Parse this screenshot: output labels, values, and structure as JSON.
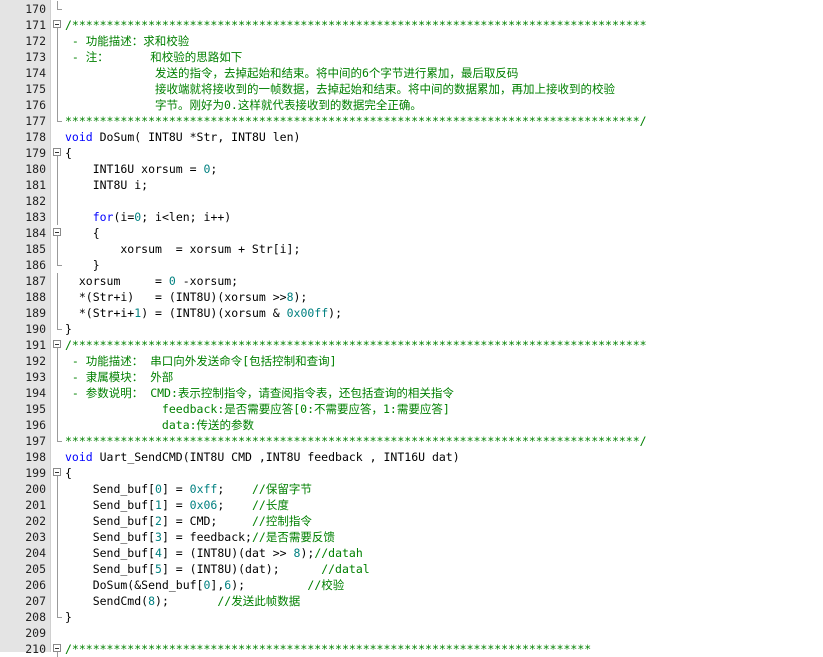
{
  "editor": {
    "colors": {
      "background": "#ffffff",
      "gutter": "#e4e4e4",
      "comment": "#008000",
      "keyword": "#0000ff",
      "number": "#008080",
      "text": "#000000"
    },
    "lines": [
      {
        "n": "170",
        "fold": "end",
        "tokens": []
      },
      {
        "n": "171",
        "fold": "open",
        "tokens": [
          {
            "t": "/***********************************************************************************",
            "c": "com"
          }
        ]
      },
      {
        "n": "172",
        "fold": "line",
        "tokens": [
          {
            "t": " - 功能描述：求和校验",
            "c": "com"
          }
        ]
      },
      {
        "n": "173",
        "fold": "line",
        "tokens": [
          {
            "t": " - 注：      和校验的思路如下",
            "c": "com"
          }
        ]
      },
      {
        "n": "174",
        "fold": "line",
        "tokens": [
          {
            "t": "             发送的指令，去掉起始和结束。将中间的6个字节进行累加，最后取反码",
            "c": "com"
          }
        ]
      },
      {
        "n": "175",
        "fold": "line",
        "tokens": [
          {
            "t": "             接收端就将接收到的一帧数据，去掉起始和结束。将中间的数据累加，再加上接收到的校验",
            "c": "com"
          }
        ]
      },
      {
        "n": "176",
        "fold": "line",
        "tokens": [
          {
            "t": "             字节。刚好为0.这样就代表接收到的数据完全正确。",
            "c": "com"
          }
        ]
      },
      {
        "n": "177",
        "fold": "end",
        "tokens": [
          {
            "t": "***********************************************************************************/",
            "c": "com"
          }
        ]
      },
      {
        "n": "178",
        "fold": "none",
        "tokens": [
          {
            "t": "void",
            "c": "kw"
          },
          {
            "t": " DoSum( INT8U *Str, INT8U len)",
            "c": "txt"
          }
        ]
      },
      {
        "n": "179",
        "fold": "open",
        "tokens": [
          {
            "t": "{",
            "c": "txt"
          }
        ]
      },
      {
        "n": "180",
        "fold": "line",
        "tokens": [
          {
            "t": "    INT16U xorsum = ",
            "c": "txt"
          },
          {
            "t": "0",
            "c": "num"
          },
          {
            "t": ";",
            "c": "txt"
          }
        ]
      },
      {
        "n": "181",
        "fold": "line",
        "tokens": [
          {
            "t": "    INT8U i;",
            "c": "txt"
          }
        ]
      },
      {
        "n": "182",
        "fold": "line",
        "tokens": []
      },
      {
        "n": "183",
        "fold": "line",
        "tokens": [
          {
            "t": "    ",
            "c": "txt"
          },
          {
            "t": "for",
            "c": "kw"
          },
          {
            "t": "(i=",
            "c": "txt"
          },
          {
            "t": "0",
            "c": "num"
          },
          {
            "t": "; i<len; i++)",
            "c": "txt"
          }
        ]
      },
      {
        "n": "184",
        "fold": "open",
        "tokens": [
          {
            "t": "    {",
            "c": "txt"
          }
        ]
      },
      {
        "n": "185",
        "fold": "line",
        "tokens": [
          {
            "t": "        xorsum  = xorsum + Str[i];",
            "c": "txt"
          }
        ]
      },
      {
        "n": "186",
        "fold": "end",
        "tokens": [
          {
            "t": "    }",
            "c": "txt"
          }
        ]
      },
      {
        "n": "187",
        "fold": "line",
        "tokens": [
          {
            "t": "  xorsum     = ",
            "c": "txt"
          },
          {
            "t": "0",
            "c": "num"
          },
          {
            "t": " -xorsum;",
            "c": "txt"
          }
        ]
      },
      {
        "n": "188",
        "fold": "line",
        "tokens": [
          {
            "t": "  *(Str+i)   = (INT8U)(xorsum >>",
            "c": "txt"
          },
          {
            "t": "8",
            "c": "num"
          },
          {
            "t": ");",
            "c": "txt"
          }
        ]
      },
      {
        "n": "189",
        "fold": "line",
        "tokens": [
          {
            "t": "  *(Str+i+",
            "c": "txt"
          },
          {
            "t": "1",
            "c": "num"
          },
          {
            "t": ") = (INT8U)(xorsum & ",
            "c": "txt"
          },
          {
            "t": "0x00ff",
            "c": "num"
          },
          {
            "t": ");",
            "c": "txt"
          }
        ]
      },
      {
        "n": "190",
        "fold": "end",
        "tokens": [
          {
            "t": "}",
            "c": "txt"
          }
        ]
      },
      {
        "n": "191",
        "fold": "open",
        "tokens": [
          {
            "t": "/***********************************************************************************",
            "c": "com"
          }
        ]
      },
      {
        "n": "192",
        "fold": "line",
        "tokens": [
          {
            "t": " - 功能描述： 串口向外发送命令[包括控制和查询]",
            "c": "com"
          }
        ]
      },
      {
        "n": "193",
        "fold": "line",
        "tokens": [
          {
            "t": " - 隶属模块： 外部",
            "c": "com"
          }
        ]
      },
      {
        "n": "194",
        "fold": "line",
        "tokens": [
          {
            "t": " - 参数说明： CMD:表示控制指令，请查阅指令表，还包括查询的相关指令",
            "c": "com"
          }
        ]
      },
      {
        "n": "195",
        "fold": "line",
        "tokens": [
          {
            "t": "              feedback:是否需要应答[0:不需要应答，1:需要应答]",
            "c": "com"
          }
        ]
      },
      {
        "n": "196",
        "fold": "line",
        "tokens": [
          {
            "t": "              data:传送的参数",
            "c": "com"
          }
        ]
      },
      {
        "n": "197",
        "fold": "end",
        "tokens": [
          {
            "t": "***********************************************************************************/",
            "c": "com"
          }
        ]
      },
      {
        "n": "198",
        "fold": "none",
        "tokens": [
          {
            "t": "void",
            "c": "kw"
          },
          {
            "t": " Uart_SendCMD(INT8U CMD ,INT8U feedback , INT16U dat)",
            "c": "txt"
          }
        ]
      },
      {
        "n": "199",
        "fold": "open",
        "tokens": [
          {
            "t": "{",
            "c": "txt"
          }
        ]
      },
      {
        "n": "200",
        "fold": "line",
        "tokens": [
          {
            "t": "    Send_buf[",
            "c": "txt"
          },
          {
            "t": "0",
            "c": "num"
          },
          {
            "t": "] = ",
            "c": "txt"
          },
          {
            "t": "0xff",
            "c": "num"
          },
          {
            "t": ";    ",
            "c": "txt"
          },
          {
            "t": "//保留字节",
            "c": "com"
          }
        ]
      },
      {
        "n": "201",
        "fold": "line",
        "tokens": [
          {
            "t": "    Send_buf[",
            "c": "txt"
          },
          {
            "t": "1",
            "c": "num"
          },
          {
            "t": "] = ",
            "c": "txt"
          },
          {
            "t": "0x06",
            "c": "num"
          },
          {
            "t": ";    ",
            "c": "txt"
          },
          {
            "t": "//长度",
            "c": "com"
          }
        ]
      },
      {
        "n": "202",
        "fold": "line",
        "tokens": [
          {
            "t": "    Send_buf[",
            "c": "txt"
          },
          {
            "t": "2",
            "c": "num"
          },
          {
            "t": "] = CMD;     ",
            "c": "txt"
          },
          {
            "t": "//控制指令",
            "c": "com"
          }
        ]
      },
      {
        "n": "203",
        "fold": "line",
        "tokens": [
          {
            "t": "    Send_buf[",
            "c": "txt"
          },
          {
            "t": "3",
            "c": "num"
          },
          {
            "t": "] = feedback;",
            "c": "txt"
          },
          {
            "t": "//是否需要反馈",
            "c": "com"
          }
        ]
      },
      {
        "n": "204",
        "fold": "line",
        "tokens": [
          {
            "t": "    Send_buf[",
            "c": "txt"
          },
          {
            "t": "4",
            "c": "num"
          },
          {
            "t": "] = (INT8U)(dat >> ",
            "c": "txt"
          },
          {
            "t": "8",
            "c": "num"
          },
          {
            "t": ");",
            "c": "txt"
          },
          {
            "t": "//datah",
            "c": "com"
          }
        ]
      },
      {
        "n": "205",
        "fold": "line",
        "tokens": [
          {
            "t": "    Send_buf[",
            "c": "txt"
          },
          {
            "t": "5",
            "c": "num"
          },
          {
            "t": "] = (INT8U)(dat);      ",
            "c": "txt"
          },
          {
            "t": "//datal",
            "c": "com"
          }
        ]
      },
      {
        "n": "206",
        "fold": "line",
        "tokens": [
          {
            "t": "    DoSum(&Send_buf[",
            "c": "txt"
          },
          {
            "t": "0",
            "c": "num"
          },
          {
            "t": "],",
            "c": "txt"
          },
          {
            "t": "6",
            "c": "num"
          },
          {
            "t": ");         ",
            "c": "txt"
          },
          {
            "t": "//校验",
            "c": "com"
          }
        ]
      },
      {
        "n": "207",
        "fold": "line",
        "tokens": [
          {
            "t": "    SendCmd(",
            "c": "txt"
          },
          {
            "t": "8",
            "c": "num"
          },
          {
            "t": ");       ",
            "c": "txt"
          },
          {
            "t": "//发送此帧数据",
            "c": "com"
          }
        ]
      },
      {
        "n": "208",
        "fold": "end",
        "tokens": [
          {
            "t": "}",
            "c": "txt"
          }
        ]
      },
      {
        "n": "209",
        "fold": "none",
        "tokens": []
      },
      {
        "n": "210",
        "fold": "open",
        "tokens": [
          {
            "t": "/***************************************************************************",
            "c": "com"
          }
        ]
      }
    ]
  }
}
